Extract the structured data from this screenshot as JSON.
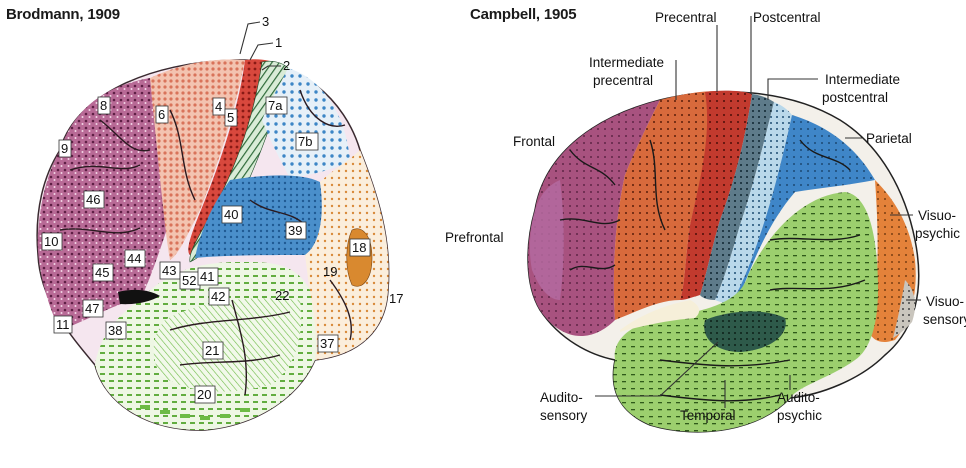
{
  "left_panel": {
    "title": "Brodmann, 1909",
    "areas": [
      "3",
      "1",
      "2",
      "4",
      "5",
      "6",
      "7a",
      "7b",
      "8",
      "9",
      "46",
      "10",
      "45",
      "44",
      "43",
      "47",
      "11",
      "40",
      "39",
      "18",
      "19",
      "17",
      "52",
      "41",
      "42",
      "38",
      "21",
      "22",
      "20",
      "37"
    ]
  },
  "right_panel": {
    "title": "Campbell, 1905",
    "regions": [
      "Precentral",
      "Postcentral",
      "Intermediate precentral",
      "Intermediate postcentral",
      "Frontal",
      "Parietal",
      "Prefrontal",
      "Visuo-psychic",
      "Visuo-sensory",
      "Audito-sensory",
      "Temporal",
      "Audito-psychic"
    ],
    "label_lines": {
      "precentral": "Precentral",
      "postcentral": "Postcentral",
      "int_pre_1": "Intermediate",
      "int_pre_2": "precentral",
      "int_post_1": "Intermediate",
      "int_post_2": "postcentral",
      "frontal": "Frontal",
      "parietal": "Parietal",
      "prefrontal": "Prefrontal",
      "visuo_psychic_1": "Visuo-",
      "visuo_psychic_2": "psychic",
      "visuo_sensory_1": "Visuo-",
      "visuo_sensory_2": "sensory",
      "audito_sensory_1": "Audito-",
      "audito_sensory_2": "sensory",
      "temporal": "Temporal",
      "audito_psychic_1": "Audito-",
      "audito_psychic_2": "psychic"
    }
  },
  "colors": {
    "prefrontal_purple": "#a8527f",
    "premotor_salmon": "#e8a58c",
    "motor_red": "#c8322c",
    "sensory_green_dark": "#2f6b3a",
    "parietal_blue": "#3c86c6",
    "temporal_green": "#9ccf6e",
    "occipital_orange": "#e07a2a",
    "occipital_tan": "#f3d9b6",
    "cream": "#f6efd9"
  }
}
